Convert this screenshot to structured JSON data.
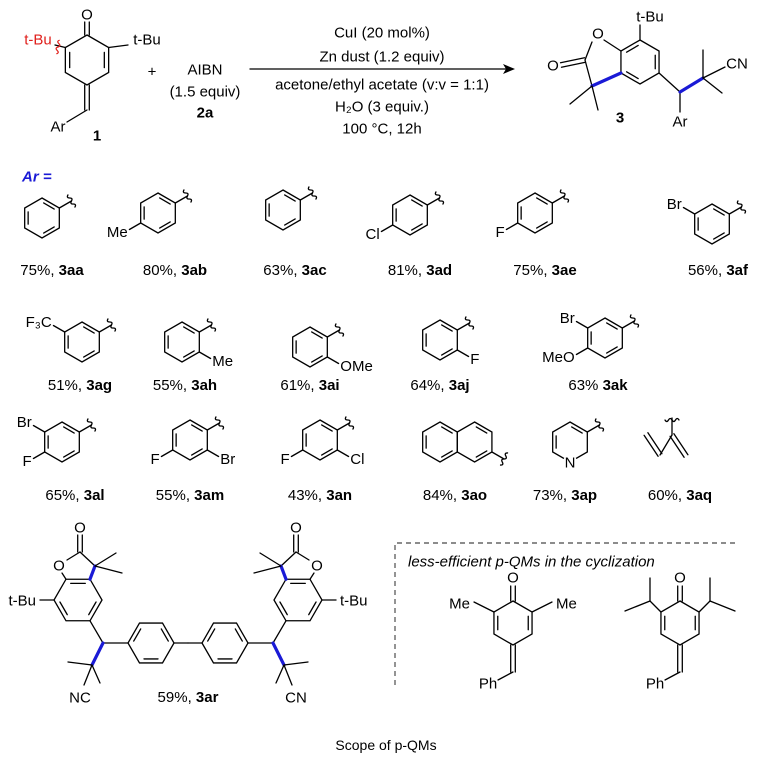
{
  "reaction": {
    "reactant1": {
      "oxygen": "O",
      "tbu_left": "t-Bu",
      "tbu_right": "t-Bu",
      "ar": "Ar",
      "label": "1"
    },
    "plus": "+",
    "reagent": {
      "name": "AIBN",
      "equiv": "(1.5 equiv)",
      "label": "2a"
    },
    "conditions": [
      "CuI (20 mol%)",
      "Zn dust (1.2 equiv)",
      "acetone/ethyl acetate (v:v = 1:1)",
      "H₂O (3 equiv.)",
      "100 °C, 12h"
    ],
    "product": {
      "tbu": "t-Bu",
      "ring_o": "O",
      "carbonyl_o": "O",
      "cn": "CN",
      "ar": "Ar",
      "label": "3"
    },
    "colors": {
      "new_bond": "#1a1ad6",
      "highlight": "#e0201c"
    }
  },
  "ar_header": "Ar =",
  "compounds": [
    {
      "yield": "75%,",
      "id": "3aa",
      "subs": []
    },
    {
      "yield": "80%,",
      "id": "3ab",
      "subs": [
        "Me"
      ]
    },
    {
      "yield": "63%,",
      "id": "3ac",
      "subs": []
    },
    {
      "yield": "81%,",
      "id": "3ad",
      "subs": [
        "Cl"
      ]
    },
    {
      "yield": "75%,",
      "id": "3ae",
      "subs": [
        "F"
      ]
    },
    {
      "yield": "56%,",
      "id": "3af",
      "subs": [
        "Br"
      ]
    },
    {
      "yield": "51%,",
      "id": "3ag",
      "subs": [
        "F₃C"
      ]
    },
    {
      "yield": "55%,",
      "id": "3ah",
      "subs": [
        "Me"
      ]
    },
    {
      "yield": "61%,",
      "id": "3ai",
      "subs": [
        "OMe"
      ]
    },
    {
      "yield": "64%,",
      "id": "3aj",
      "subs": [
        "F"
      ]
    },
    {
      "yield": "63%",
      "id": "3ak",
      "subs": [
        "Br",
        "MeO"
      ]
    },
    {
      "yield": "65%,",
      "id": "3al",
      "subs": [
        "Br",
        "F"
      ]
    },
    {
      "yield": "55%,",
      "id": "3am",
      "subs": [
        "Br",
        "F"
      ]
    },
    {
      "yield": "43%,",
      "id": "3an",
      "subs": [
        "Cl",
        "F"
      ]
    },
    {
      "yield": "84%,",
      "id": "3ao",
      "subs": []
    },
    {
      "yield": "73%,",
      "id": "3ap",
      "subs": [
        "N"
      ]
    },
    {
      "yield": "60%,",
      "id": "3aq",
      "subs": []
    }
  ],
  "dimer": {
    "carbonyl_o": "O",
    "ring_o": "O",
    "tbu": "t-Bu",
    "nc": "NC",
    "cn": "CN",
    "yield": "59%,",
    "id": "3ar"
  },
  "less_efficient": {
    "title": "less-efficient p-QMs in the cyclization",
    "qm1": {
      "oxygen": "O",
      "me_left": "Me",
      "me_right": "Me",
      "ph": "Ph"
    },
    "qm2": {
      "oxygen": "O",
      "ph": "Ph"
    }
  },
  "caption": "Scope of p-QMs"
}
